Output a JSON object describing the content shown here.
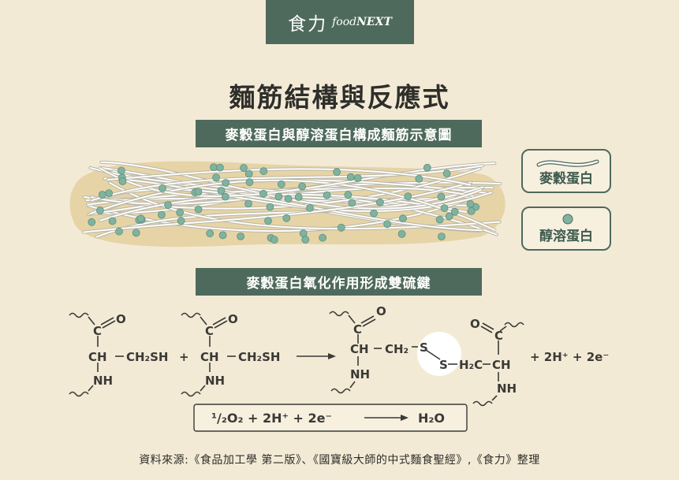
{
  "logo": {
    "cn": "食力",
    "en_prefix": "food",
    "en_suffix": "NEXT"
  },
  "title": "麵筋結構與反應式",
  "section1": "麥穀蛋白與醇溶蛋白構成麵筋示意圖",
  "section2": "麥穀蛋白氧化作用形成雙硫鍵",
  "legend": {
    "glutenin": "麥穀蛋白",
    "gliadin": "醇溶蛋白"
  },
  "reaction": {
    "co": "C",
    "o": "O",
    "ch": "CH",
    "ch2sh": "CH₂SH",
    "nh": "NH",
    "plus": "+",
    "product_ch": "CH",
    "product_ch2": "CH₂",
    "s": "S",
    "h2c": "H₂C",
    "product_tail": "+ 2H⁺ + 2e⁻"
  },
  "equation": {
    "lhs": "¹/₂O₂ + 2H⁺ + 2e⁻",
    "rhs": "H₂O"
  },
  "source": "資料來源:《食品加工學 第二版》、《國寶級大師的中式麵食聖經》,《食力》整理",
  "colors": {
    "accent": "#4e6a5c",
    "background": "#f3ead6",
    "dough": "#e6d4a6",
    "bead": "#7fb39f"
  }
}
